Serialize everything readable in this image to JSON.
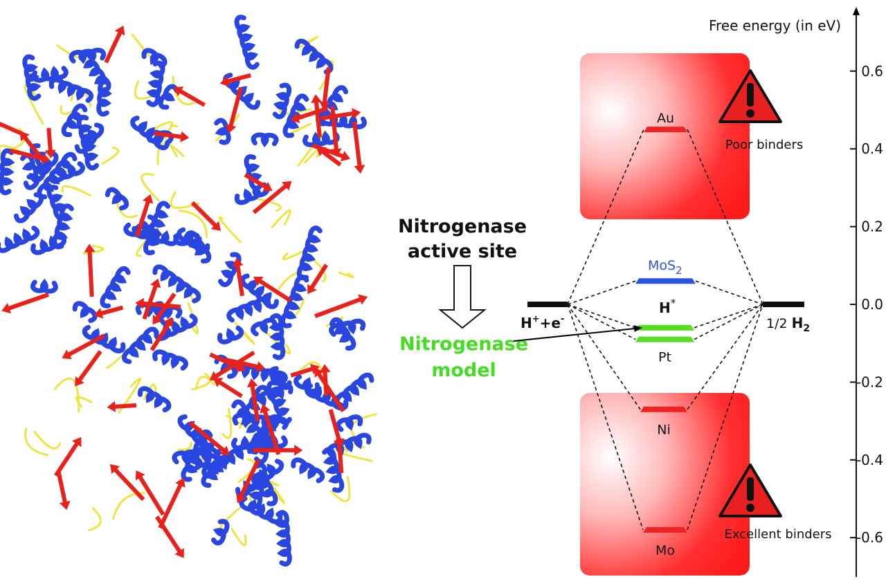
{
  "colors": {
    "protein_helix": "#2a46e0",
    "protein_sheet": "#e8221a",
    "protein_coil": "#f0e442",
    "binder_box": "#ff1a1a",
    "mos2": "#2a55dd",
    "pt": "#55dd22",
    "model_label": "#44dd22",
    "level_red": "#ee2222"
  },
  "labels": {
    "nitrogenase_active_site_line1": "Nitrogenase",
    "nitrogenase_active_site_line2": "active site",
    "nitrogenase_model_line1": "Nitrogenase",
    "nitrogenase_model_line2": "model",
    "poor_binders": "Poor binders",
    "excellent_binders": "Excellent binders",
    "intermediate_main": "H",
    "intermediate_sup": "*",
    "initial_state": {
      "h": "H",
      "plus": "+",
      "plus_e": "+e",
      "minus": "-"
    },
    "final_state": {
      "prefix": "1/2 ",
      "h": "H",
      "sub": "2"
    },
    "mos2": {
      "main": "MoS",
      "sub": "2"
    }
  },
  "chart_data": {
    "type": "energy-level-diagram",
    "title": "",
    "ylabel": "Free energy (in eV)",
    "ylim": [
      -0.64,
      0.78
    ],
    "yticks": [
      0.6,
      0.4,
      0.2,
      0.0,
      -0.2,
      -0.4,
      -0.6
    ],
    "ytick_labels": [
      "0.6",
      "0.4",
      "0.2",
      "0.0",
      "-0.2",
      "-0.4",
      "-0.6"
    ],
    "reference_levels": [
      {
        "label": "H+ + e-",
        "energy": 0.0
      },
      {
        "label": "1/2 H2",
        "energy": 0.0
      }
    ],
    "intermediates": [
      {
        "label": "Au",
        "energy": 0.45
      },
      {
        "label": "MoS2",
        "energy": 0.06
      },
      {
        "label": "Nitrogenase model",
        "energy": -0.06
      },
      {
        "label": "Pt",
        "energy": -0.09
      },
      {
        "label": "Ni",
        "energy": -0.27
      },
      {
        "label": "Mo",
        "energy": -0.58
      }
    ]
  }
}
